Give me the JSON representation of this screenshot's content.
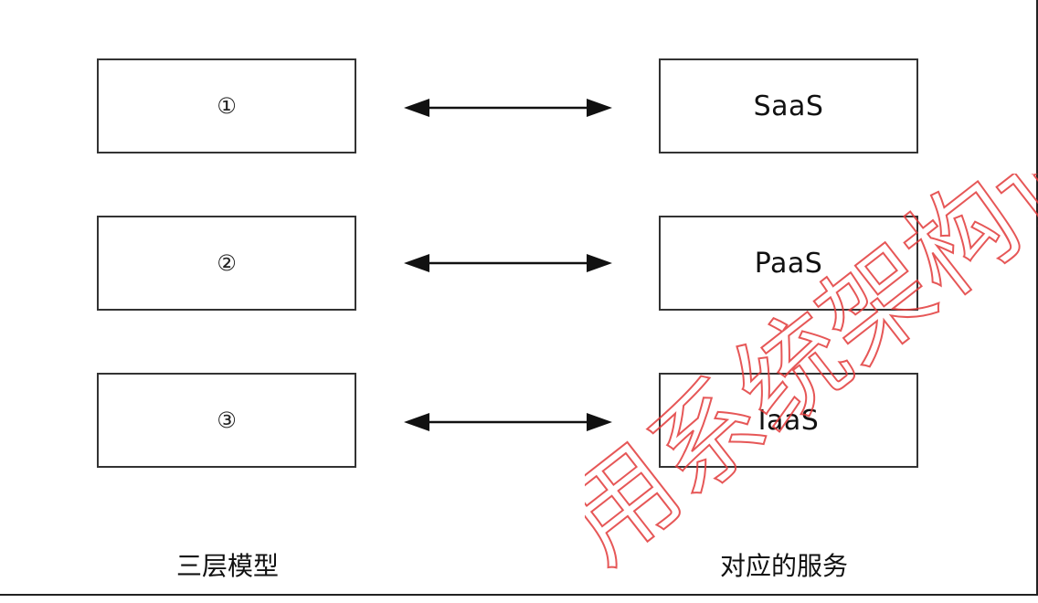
{
  "left_boxes": [
    "①",
    "②",
    "③"
  ],
  "right_boxes": [
    "SaaS",
    "PaaS",
    "IaaS"
  ],
  "captions": {
    "left": "三层模型",
    "right": "对应的服务"
  },
  "watermark": {
    "text": "用系统架构设",
    "color": "#e23a3a"
  }
}
